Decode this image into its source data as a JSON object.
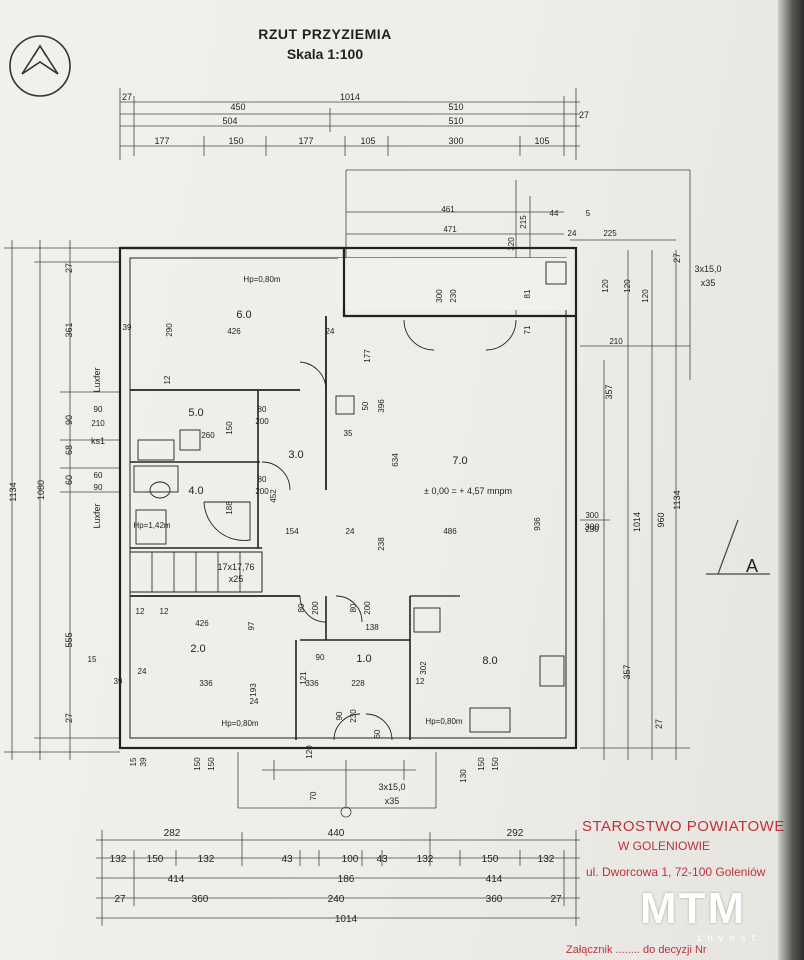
{
  "title": "RZUT PRZYZIEMIA",
  "scale": "Skala 1:100",
  "section_marker": "A",
  "rooms": [
    {
      "number": "6.0"
    },
    {
      "number": "5.0"
    },
    {
      "number": "4.0"
    },
    {
      "number": "3.0"
    },
    {
      "number": "7.0"
    },
    {
      "number": "2.0"
    },
    {
      "number": "1.0"
    },
    {
      "number": "8.0"
    }
  ],
  "level_mark": "± 0,00 = + 4,57 mnpm",
  "stairs_label": "17x17,76",
  "stairs_count": "x25",
  "entrance_steps": "3x15,0",
  "entrance_steps_count": "x35",
  "terrace_steps": "3x15,0",
  "terrace_steps_count": "x35",
  "window_notes": [
    "Hp=0,80m",
    "Hp=0,80m",
    "Hp=0,80m",
    "Hp=1,42m"
  ],
  "luxfer": [
    "Luxfer",
    "Luxfer"
  ],
  "ks": "ks1",
  "top_dims": {
    "row1": [
      "27",
      "1014",
      "27"
    ],
    "row2": [
      "450",
      "510"
    ],
    "row3": [
      "504",
      "510"
    ],
    "row4": [
      "177",
      "150",
      "177",
      "105",
      "300",
      "105"
    ]
  },
  "bottom_dims": {
    "row1": [
      "282",
      "440",
      "292"
    ],
    "row2": [
      "132",
      "150",
      "132",
      "43",
      "100",
      "43",
      "132",
      "150",
      "132"
    ],
    "row3": [
      "414",
      "186",
      "414"
    ],
    "row4": [
      "27",
      "360",
      "240",
      "360",
      "27"
    ],
    "row5": [
      "1014"
    ]
  },
  "left_dims": {
    "outer": [
      "1134"
    ],
    "mid": [
      "1080"
    ],
    "inner": [
      "27",
      "361",
      "90",
      "68",
      "60",
      "555",
      "27"
    ]
  },
  "right_dims": [
    "1134",
    "960",
    "1014",
    "300",
    "357",
    "357",
    "27",
    "27"
  ],
  "interior_dims": [
    "426",
    "290",
    "39",
    "24",
    "12",
    "260",
    "150",
    "80",
    "200",
    "80",
    "200",
    "452",
    "188",
    "154",
    "24",
    "238",
    "486",
    "936",
    "634",
    "177",
    "396",
    "50",
    "35",
    "461",
    "471",
    "215",
    "320",
    "44",
    "5",
    "24",
    "225",
    "81",
    "71",
    "120",
    "120",
    "120",
    "210",
    "300",
    "230",
    "300",
    "230",
    "90",
    "210",
    "60",
    "90",
    "426",
    "97",
    "336",
    "193",
    "24",
    "336",
    "228",
    "138",
    "302",
    "90",
    "121",
    "12",
    "12",
    "80",
    "200",
    "80",
    "200",
    "90",
    "230",
    "60",
    "120",
    "70",
    "130",
    "150",
    "150",
    "150",
    "150",
    "15",
    "15",
    "39",
    "39",
    "24",
    "12"
  ],
  "stamp": {
    "line1": "STAROSTWO POWIATOWE",
    "line2": "W GOLENIOWIE",
    "line3": "ul. Dworcowa 1, 72-100 Goleniów"
  },
  "attachment": "Załącznik ........ do decyzji Nr",
  "logo": {
    "word": "MTM",
    "sub": "invest"
  }
}
